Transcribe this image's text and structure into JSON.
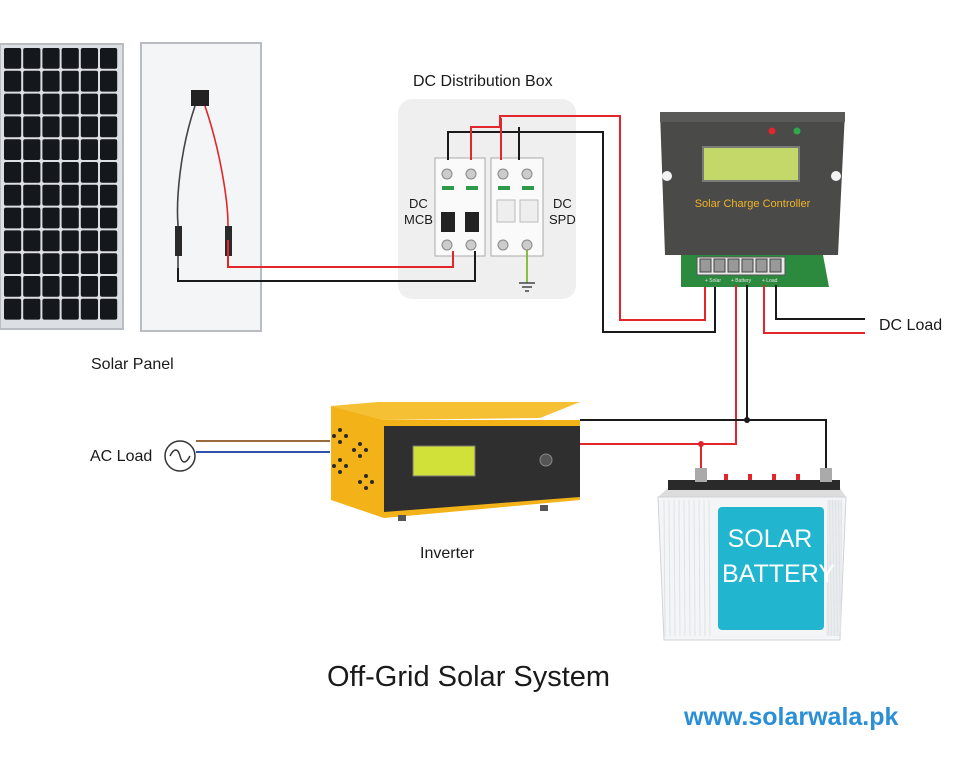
{
  "labels": {
    "solar_panel": "Solar Panel",
    "dc_box": "DC Distribution Box",
    "dc_mcb": [
      "DC",
      "MCB"
    ],
    "dc_spd": [
      "DC",
      "SPD"
    ],
    "charge_controller": "Solar Charge Controller",
    "dc_load": "DC Load",
    "ac_load": "AC Load",
    "inverter": "Inverter",
    "battery": [
      "SOLAR",
      "BATTERY"
    ],
    "terminals": [
      "+ Solar",
      "+ Battery",
      "+ Load"
    ],
    "title": "Off-Grid Solar System",
    "url": "www.solarwala.pk"
  },
  "colors": {
    "positive_wire": "#e2262b",
    "negative_wire": "#1a1a1a",
    "ac_live": "#9b6a3c",
    "ac_neutral": "#2f4fa8",
    "ground_wire": "#7ab82e",
    "controller_body": "#4a4a48",
    "controller_lcd": "#c4d86a",
    "inverter_body": "#f2b218",
    "inverter_lcd": "#d2e03a",
    "battery_label": "#21b5cf",
    "url": "#2a8fd6"
  },
  "icons": [
    "ac-sine-symbol-icon",
    "ground-symbol-icon",
    "led-indicator-icon"
  ]
}
